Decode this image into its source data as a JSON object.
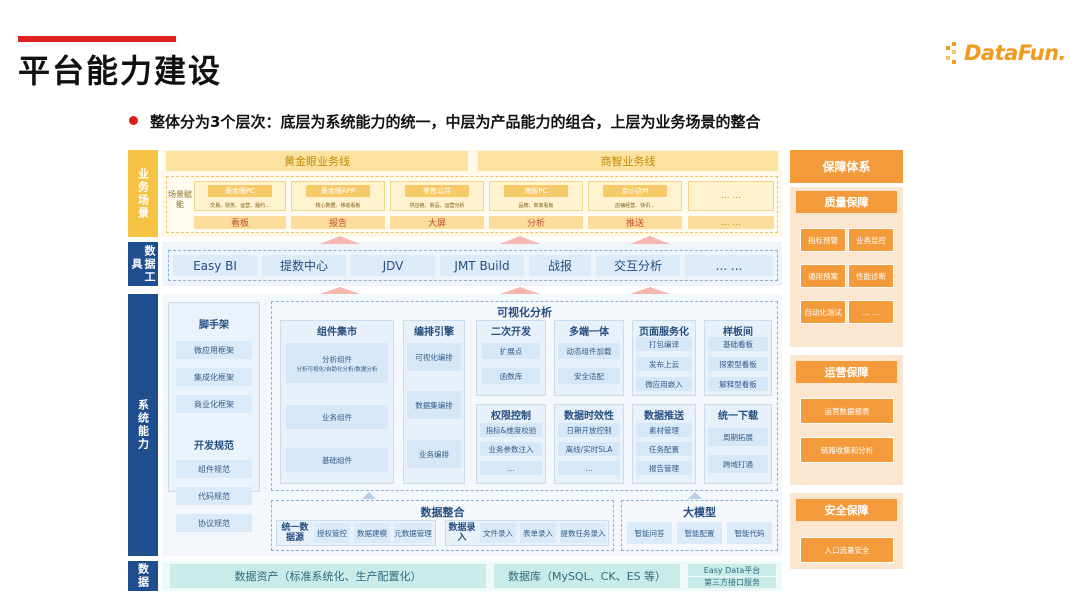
{
  "header": {
    "title": "平台能力建设",
    "logo_text": "DataFun.",
    "subtitle": "整体分为3个层次：底层为系统能力的统一，中层为产品能力的组合，上层为业务场景的整合"
  },
  "layer_labels": {
    "business": "业务场景",
    "tools": "数据工具",
    "system": "系统能力",
    "data": "数据"
  },
  "business": {
    "lines": [
      "黄金眼业务线",
      "商智业务线"
    ],
    "row_label": "场景赋能",
    "scenes": [
      {
        "title": "黄金眼PC",
        "sub": "交易、财务、运营、履约..."
      },
      {
        "title": "黄金眼APP",
        "sub": "核心数据、移动看板"
      },
      {
        "title": "零售公共",
        "sub": "供应链、商品、运营分析"
      },
      {
        "title": "商智PC",
        "sub": "品牌、商家看板"
      },
      {
        "title": "京小店M",
        "sub": "店铺经营、快讯..."
      },
      {
        "title": "... ...",
        "sub": ""
      }
    ],
    "pills": [
      "看板",
      "报告",
      "大屏",
      "分析",
      "推送",
      "... ..."
    ]
  },
  "tools": [
    "Easy BI",
    "提数中心",
    "JDV",
    "JMT Build",
    "战报",
    "交互分析",
    "... ..."
  ],
  "scaffold": {
    "title": "脚手架",
    "items": [
      "微应用框架",
      "集成化框架",
      "商业化框架"
    ],
    "spec_title": "开发规范",
    "spec_items": [
      "组件规范",
      "代码规范",
      "协议规范"
    ]
  },
  "visual": {
    "title": "可视化分析",
    "component_market": {
      "title": "组件集市",
      "items": [
        "分析组件",
        "业务组件",
        "基础组件"
      ],
      "analysis_sub": "分析可视化/自助化分析/数据分析"
    },
    "orchestration": {
      "title": "编排引擎",
      "items": [
        "可视化编排",
        "数据集编排",
        "业务编排"
      ]
    },
    "secondary_dev": {
      "title": "二次开发",
      "items": [
        "扩展点",
        "函数库"
      ]
    },
    "multi_end": {
      "title": "多端一体",
      "items": [
        "动态组件加载",
        "安全适配"
      ]
    },
    "page_service": {
      "title": "页面服务化",
      "items": [
        "打包编译",
        "发布上云",
        "微应用嵌入"
      ]
    },
    "template": {
      "title": "样板间",
      "items": [
        "基础看板",
        "探索型看板",
        "解释型看板"
      ]
    },
    "permission": {
      "title": "权限控制",
      "items": [
        "指标&维度校验",
        "业务参数注入",
        "..."
      ]
    },
    "timeliness": {
      "title": "数据时效性",
      "items": [
        "日期开放控制",
        "离线/实时SLA",
        "..."
      ]
    },
    "push": {
      "title": "数据推送",
      "items": [
        "素材管理",
        "任务配置",
        "报告管理"
      ]
    },
    "unified_download": {
      "title": "统一下载",
      "items": [
        "周期拓展",
        "跨域打通"
      ]
    }
  },
  "integration": {
    "title": "数据整合",
    "unified_source": "统一数据源",
    "source_items": [
      "授权管控",
      "数据建模",
      "元数据管理"
    ],
    "entry": "数据录入",
    "entry_items": [
      "文件录入",
      "表单录入",
      "提数任务录入"
    ]
  },
  "llm": {
    "title": "大模型",
    "items": [
      "智能问答",
      "智能配置",
      "智能代码"
    ]
  },
  "data": {
    "items": [
      "数据资产（标准系统化、生产配置化）",
      "数据库（MySQL、CK、ES 等）"
    ],
    "platform": "Easy Data平台",
    "third_party": "第三方接口服务"
  },
  "guarantee": {
    "title": "保障体系",
    "quality": {
      "title": "质量保障",
      "items": [
        "指标预警",
        "业务监控",
        "通用预案",
        "性能诊断",
        "自动化测试",
        "... ..."
      ]
    },
    "ops": {
      "title": "运营保障",
      "items": [
        "运营数据报表",
        "链路收集和分析"
      ]
    },
    "security": {
      "title": "安全保障",
      "items": [
        "入口流量安全"
      ]
    }
  },
  "colors": {
    "accent_red": "#e02020",
    "gold": "#f6c244",
    "navy": "#1f4e8f",
    "orange": "#f39a3b",
    "logo_orange": "#f09a1e"
  }
}
